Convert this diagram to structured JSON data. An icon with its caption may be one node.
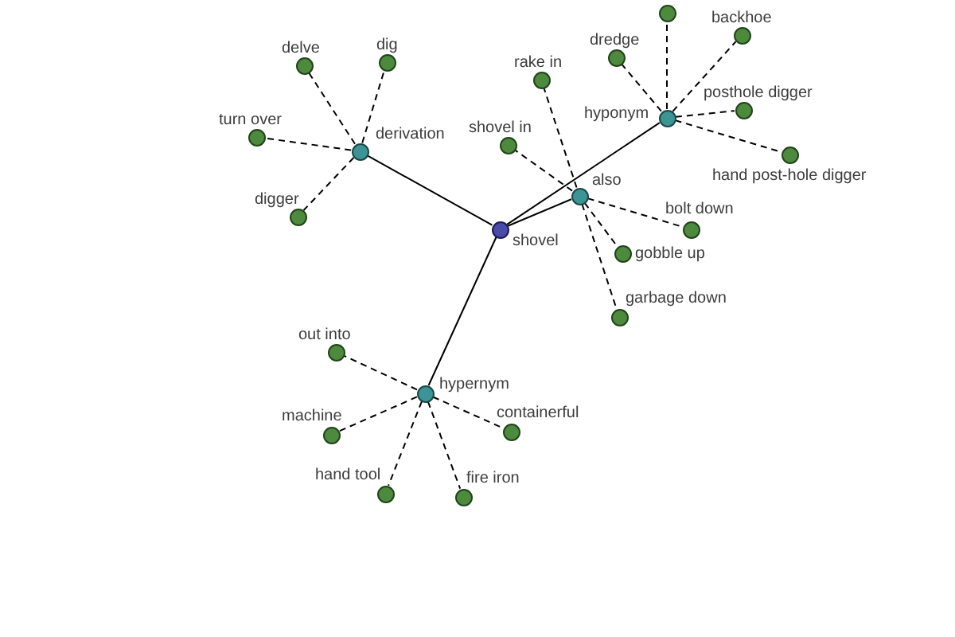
{
  "diagram": {
    "nodes": [
      {
        "text": [
          "delve"
        ]
      },
      {
        "text": [
          "dig"
        ]
      },
      {
        "text": [],
        "shape": "circle"
      },
      {
        "text": [
          "backhoe"
        ]
      },
      {
        "text": [
          "dredge"
        ]
      },
      {
        "text": [
          "rake in"
        ]
      },
      {
        "text": [
          "hyponym"
        ]
      },
      {
        "text": [
          "posthole digger"
        ]
      },
      {
        "text": [
          "turn over"
        ]
      },
      {
        "text": [
          "derivation"
        ]
      },
      {
        "text": [
          "shovel in"
        ]
      },
      {
        "text": [
          "hand post-hole digger"
        ]
      },
      {
        "text": [
          "also"
        ]
      },
      {
        "text": [
          "digger"
        ]
      },
      {
        "text": [
          "shovel"
        ]
      },
      {
        "text": [
          "bolt down"
        ]
      },
      {
        "text": [
          "gobble up"
        ]
      },
      {
        "text": [
          "garbage down"
        ]
      },
      {
        "text": [
          "out into"
        ]
      },
      {
        "text": [
          "hypernym"
        ]
      },
      {
        "text": [
          "machine"
        ]
      },
      {
        "text": [
          "containerful"
        ]
      },
      {
        "text": [
          "hand tool"
        ]
      },
      {
        "text": [
          "fire iron"
        ]
      }
    ],
    "edges": [
      {
        "from": 14,
        "to": 9,
        "arrow": "none"
      },
      {
        "from": 14,
        "to": 12,
        "arrow": "none"
      },
      {
        "from": 14,
        "to": 6,
        "arrow": "none"
      },
      {
        "from": 14,
        "to": 19,
        "arrow": "none"
      },
      {
        "from": 9,
        "to": 0,
        "arrow": "none",
        "style": "dashed"
      },
      {
        "from": 9,
        "to": 1,
        "arrow": "none",
        "style": "dashed"
      },
      {
        "from": 9,
        "to": 8,
        "arrow": "none",
        "style": "dashed"
      },
      {
        "from": 9,
        "to": 13,
        "arrow": "none",
        "style": "dashed"
      },
      {
        "from": 6,
        "to": 2,
        "arrow": "none",
        "style": "dashed"
      },
      {
        "from": 6,
        "to": 3,
        "arrow": "none",
        "style": "dashed"
      },
      {
        "from": 6,
        "to": 4,
        "arrow": "none",
        "style": "dashed"
      },
      {
        "from": 6,
        "to": 7,
        "arrow": "none",
        "style": "dashed"
      },
      {
        "from": 6,
        "to": 11,
        "arrow": "none",
        "style": "dashed"
      },
      {
        "from": 12,
        "to": 5,
        "arrow": "none",
        "style": "dashed"
      },
      {
        "from": 12,
        "to": 10,
        "arrow": "none",
        "style": "dashed"
      },
      {
        "from": 12,
        "to": 15,
        "arrow": "none",
        "style": "dashed"
      },
      {
        "from": 12,
        "to": 16,
        "arrow": "none",
        "style": "dashed"
      },
      {
        "from": 12,
        "to": 17,
        "arrow": "none",
        "style": "dashed"
      },
      {
        "from": 19,
        "to": 18,
        "arrow": "none",
        "style": "dashed"
      },
      {
        "from": 19,
        "to": 20,
        "arrow": "none",
        "style": "dashed"
      },
      {
        "from": 19,
        "to": 21,
        "arrow": "none",
        "style": "dashed"
      },
      {
        "from": 19,
        "to": 22,
        "arrow": "none",
        "style": "dashed"
      },
      {
        "from": 19,
        "to": 23,
        "arrow": "none",
        "style": "dashed"
      }
    ]
  }
}
